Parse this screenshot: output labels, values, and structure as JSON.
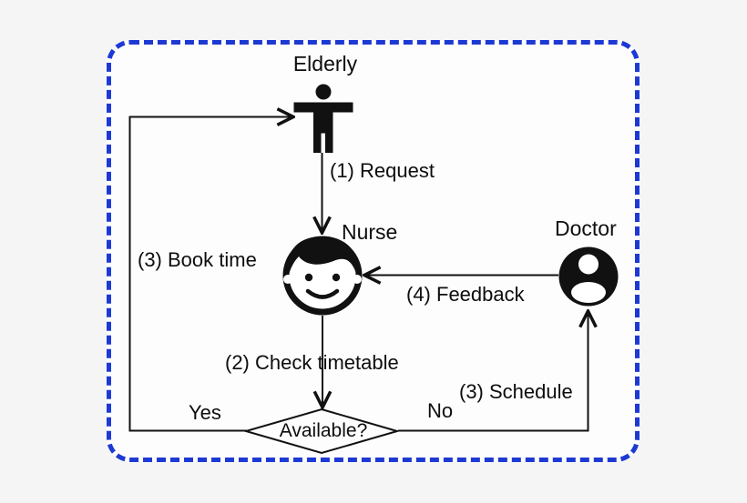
{
  "page": {
    "background": "#f5f5f6"
  },
  "frame": {
    "style": "dashed rounded rectangle",
    "border_color": "#1d39d4",
    "background": "#fdfdfe"
  },
  "colors": {
    "line": "#111111",
    "text": "#0d0d0d"
  },
  "nodes": {
    "elderly": {
      "label": "Elderly",
      "icon": "standing-person-icon"
    },
    "nurse": {
      "label": "Nurse",
      "icon": "female-face-icon"
    },
    "doctor": {
      "label": "Doctor",
      "icon": "person-silhouette-icon"
    },
    "decision": {
      "label": "Available?",
      "shape": "diamond"
    }
  },
  "edges": {
    "request": {
      "label": "(1) Request",
      "from": "Elderly",
      "to": "Nurse"
    },
    "check_timetable": {
      "label": "(2) Check timetable",
      "from": "Nurse",
      "to": "Available?"
    },
    "book_time": {
      "label": "(3) Book time",
      "from": "Available?",
      "to": "Elderly",
      "branch": "Yes"
    },
    "schedule": {
      "label": "(3) Schedule",
      "from": "Available?",
      "to": "Doctor",
      "branch": "No"
    },
    "feedback": {
      "label": "(4) Feedback",
      "from": "Doctor",
      "to": "Nurse"
    },
    "yes": {
      "label": "Yes"
    },
    "no": {
      "label": "No"
    }
  }
}
